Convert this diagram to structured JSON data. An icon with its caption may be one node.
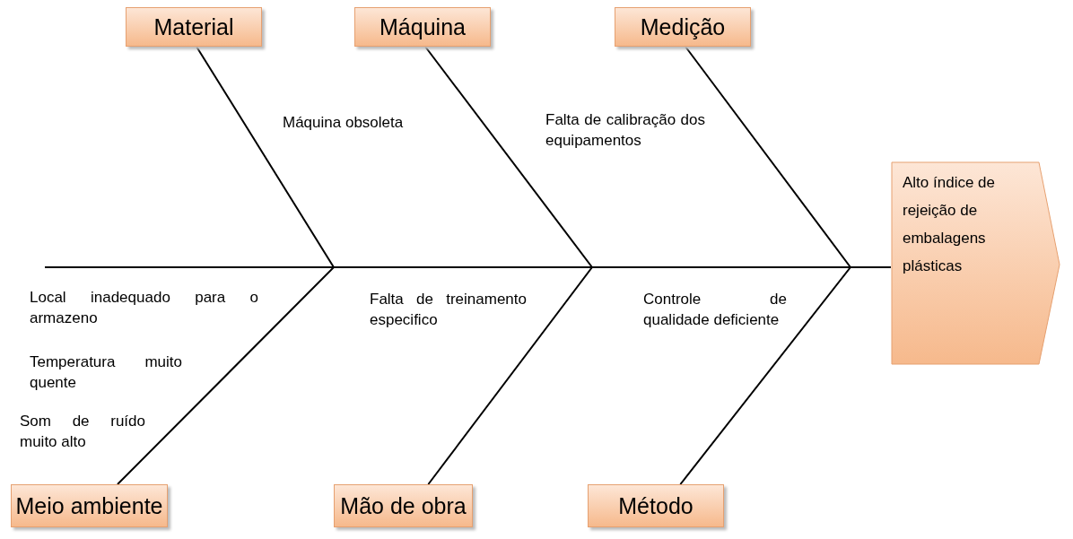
{
  "diagram": {
    "nodes": [
      {
        "text": [
          "Material"
        ]
      },
      {
        "text": [
          "Máquina"
        ]
      },
      {
        "text": [
          "Medição"
        ]
      },
      {
        "text": [
          "Alto índice de rejeição de embalagens plásticas"
        ]
      },
      {
        "text": [
          "Meio ambiente"
        ]
      },
      {
        "text": [
          "Mão de obra"
        ]
      },
      {
        "text": [
          "Método"
        ]
      }
    ],
    "edges": [
      {
        "from": 0,
        "to": 3,
        "arrow": "none"
      },
      {
        "from": 1,
        "to": 3,
        "arrow": "none"
      },
      {
        "from": 2,
        "to": 3,
        "arrow": "none"
      },
      {
        "from": 4,
        "to": 3,
        "arrow": "none"
      },
      {
        "from": 5,
        "to": 3,
        "arrow": "none"
      },
      {
        "from": 6,
        "to": 3,
        "arrow": "none"
      }
    ],
    "labels": [
      "Máquina obsoleta",
      "Falta de calibração dos equipamentos",
      "Local inadequado para o armazeno",
      "Temperatura muito quente",
      "Som de ruído muito alto",
      "Falta de treinamento especifico",
      "Controle de qualidade deficiente"
    ]
  }
}
